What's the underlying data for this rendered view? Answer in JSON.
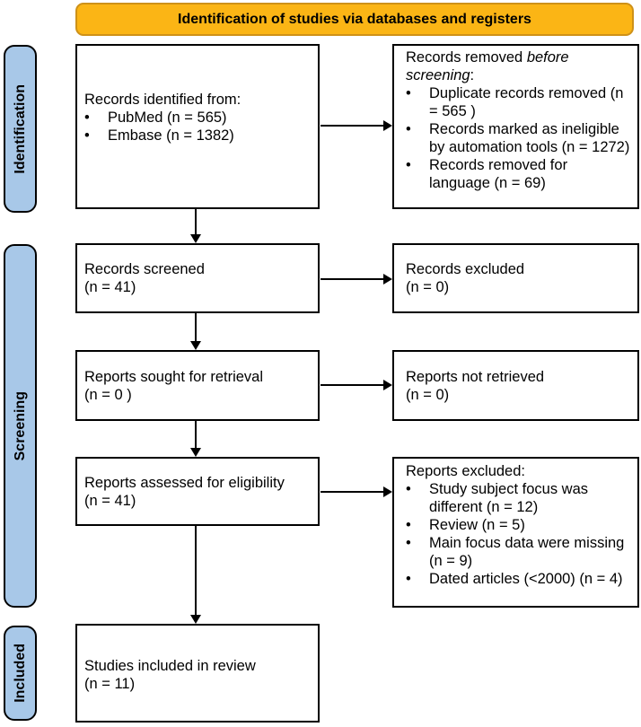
{
  "glyphs": {
    "bullet": "•"
  },
  "colors": {
    "banner_fill": "#FBB515",
    "banner_border": "#CE9118",
    "stage_fill": "#A8C8E8",
    "stage_border": "#000000",
    "box_border": "#000000",
    "arrow_color": "#000000",
    "text_color": "#000000"
  },
  "banner": {
    "title": "Identification of studies via databases and registers"
  },
  "stages": [
    {
      "label": "Identification"
    },
    {
      "label": "Screening"
    },
    {
      "label": "Included"
    }
  ],
  "boxes": {
    "identified": {
      "title": "Records identified from:",
      "bullets": [
        "PubMed (n = 565)",
        "Embase (n = 1382)"
      ]
    },
    "removed": {
      "title_regular": "Records removed ",
      "title_italic_line1": "before",
      "title_italic_line2": "screening",
      "title_suffix": ":",
      "bullets": [
        "Duplicate records removed (n = 565 )",
        "Records marked as ineligible by automation tools (n = 1272)",
        "Records removed for language (n = 69)"
      ]
    },
    "screened": {
      "line1": "Records screened",
      "line2": "(n = 41)"
    },
    "records_excluded": {
      "line1": "Records excluded",
      "line2": "(n = 0)"
    },
    "sought": {
      "line1": "Reports sought for retrieval",
      "line2": "(n = 0 )"
    },
    "not_retrieved": {
      "line1": "Reports not retrieved",
      "line2": "(n = 0)"
    },
    "assessed": {
      "line1": "Reports assessed for eligibility",
      "line2": "(n = 41)"
    },
    "reports_excluded": {
      "title": "Reports excluded:",
      "bullets": [
        "Study subject focus was different (n = 12)",
        "Review (n = 5)",
        "Main focus data were missing (n = 9)",
        "Dated articles (<2000) (n = 4)"
      ]
    },
    "included": {
      "line1": "Studies included in review",
      "line2": "(n = 11)"
    }
  }
}
